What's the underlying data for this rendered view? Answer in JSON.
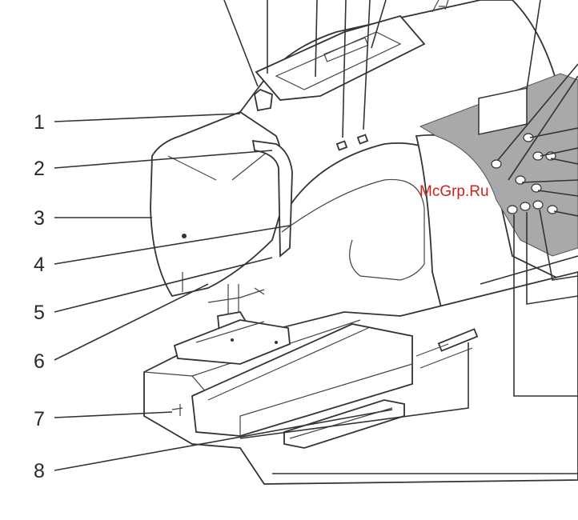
{
  "watermark": "McGrp.Ru",
  "callouts": [
    {
      "number": "1"
    },
    {
      "number": "2"
    },
    {
      "number": "3"
    },
    {
      "number": "4"
    },
    {
      "number": "5"
    },
    {
      "number": "6"
    },
    {
      "number": "7"
    },
    {
      "number": "8"
    }
  ],
  "colors": {
    "line": "#333333",
    "panel": "#a9a9a9",
    "watermark": "#d0201c",
    "background": "#ffffff"
  }
}
